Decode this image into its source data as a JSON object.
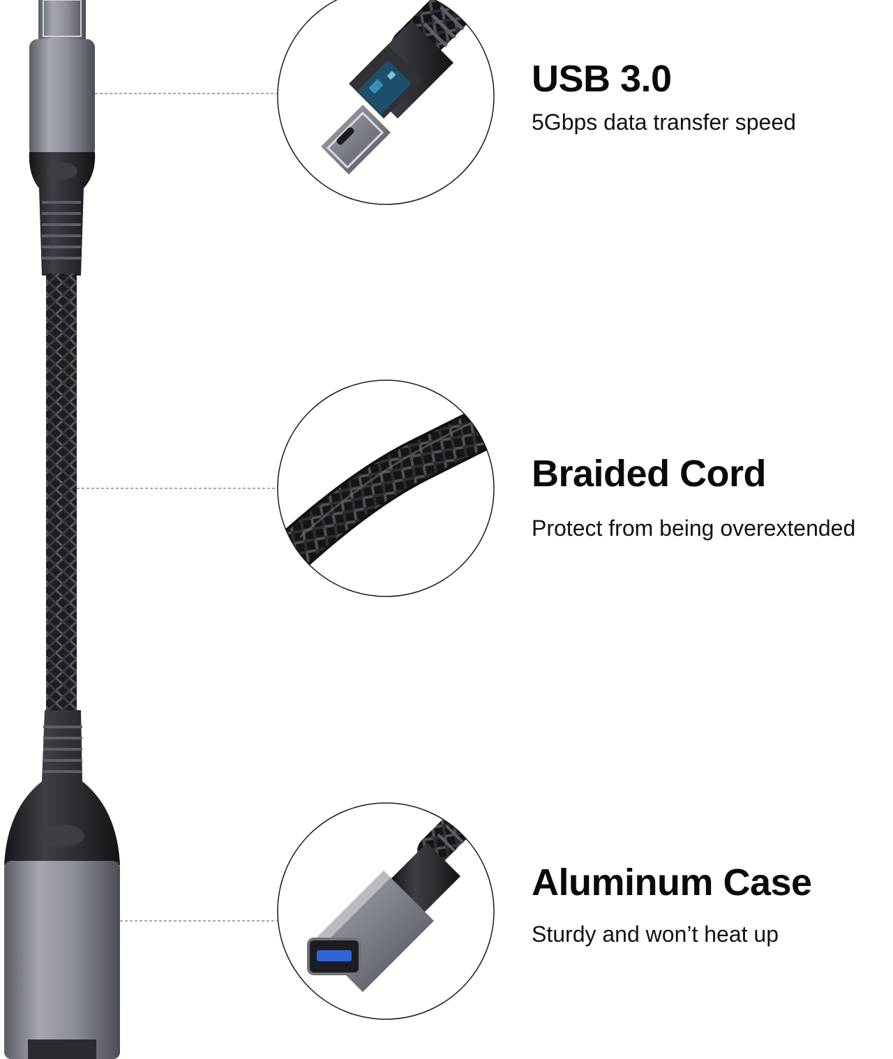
{
  "features": [
    {
      "title": "USB 3.0",
      "subtitle": "5Gbps data transfer speed"
    },
    {
      "title": "Braided Cord",
      "subtitle": "Protect from being overextended"
    },
    {
      "title": "Aluminum Case",
      "subtitle": "Sturdy and won’t heat up"
    }
  ],
  "colors": {
    "background": "#ffffff",
    "aluminum": "#8a8d94",
    "aluminum_dark": "#4d5058",
    "cable_black": "#1e1f22",
    "usb3_blue": "#2f63d6",
    "text": "#0a0a0a"
  },
  "icons": [
    "usb-c-connector-icon",
    "braided-cable-icon",
    "usb-a-female-connector-icon"
  ]
}
